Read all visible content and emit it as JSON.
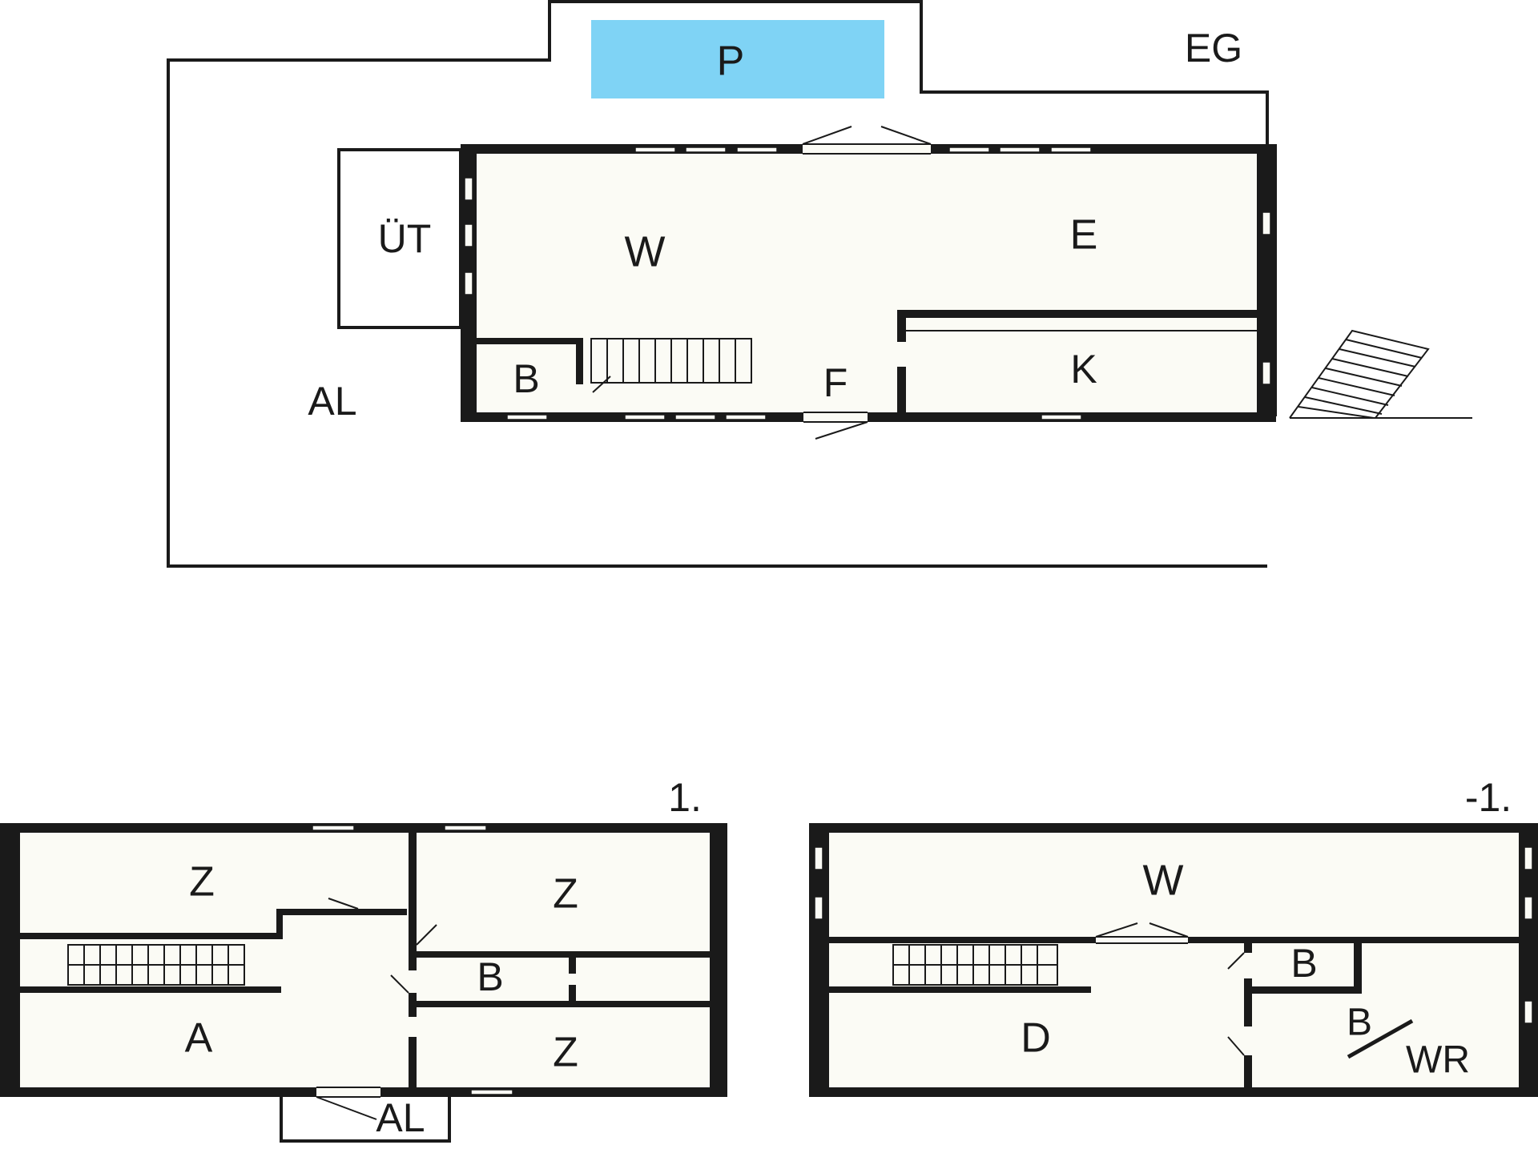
{
  "floors": {
    "ground": {
      "label": "EG",
      "rooms": {
        "pool": "P",
        "living": "W",
        "dining": "E",
        "kitchen": "K",
        "bath": "B",
        "hall": "F",
        "roof_terrace": "ÜT",
        "outdoor": "AL"
      }
    },
    "first": {
      "label": "1.",
      "rooms": {
        "bedroom_1": "Z",
        "bedroom_2": "Z",
        "bedroom_3": "Z",
        "bath": "B",
        "gallery": "A",
        "balcony": "AL"
      }
    },
    "basement": {
      "label": "-1.",
      "rooms": {
        "living": "W",
        "bath": "B",
        "hallway": "D",
        "bath_wr_top": "B",
        "bath_wr_bottom": "WR"
      }
    }
  },
  "colors": {
    "pool": "#7fd3f5",
    "floor": "#fbfbf5",
    "wall": "#1a1a1a"
  }
}
